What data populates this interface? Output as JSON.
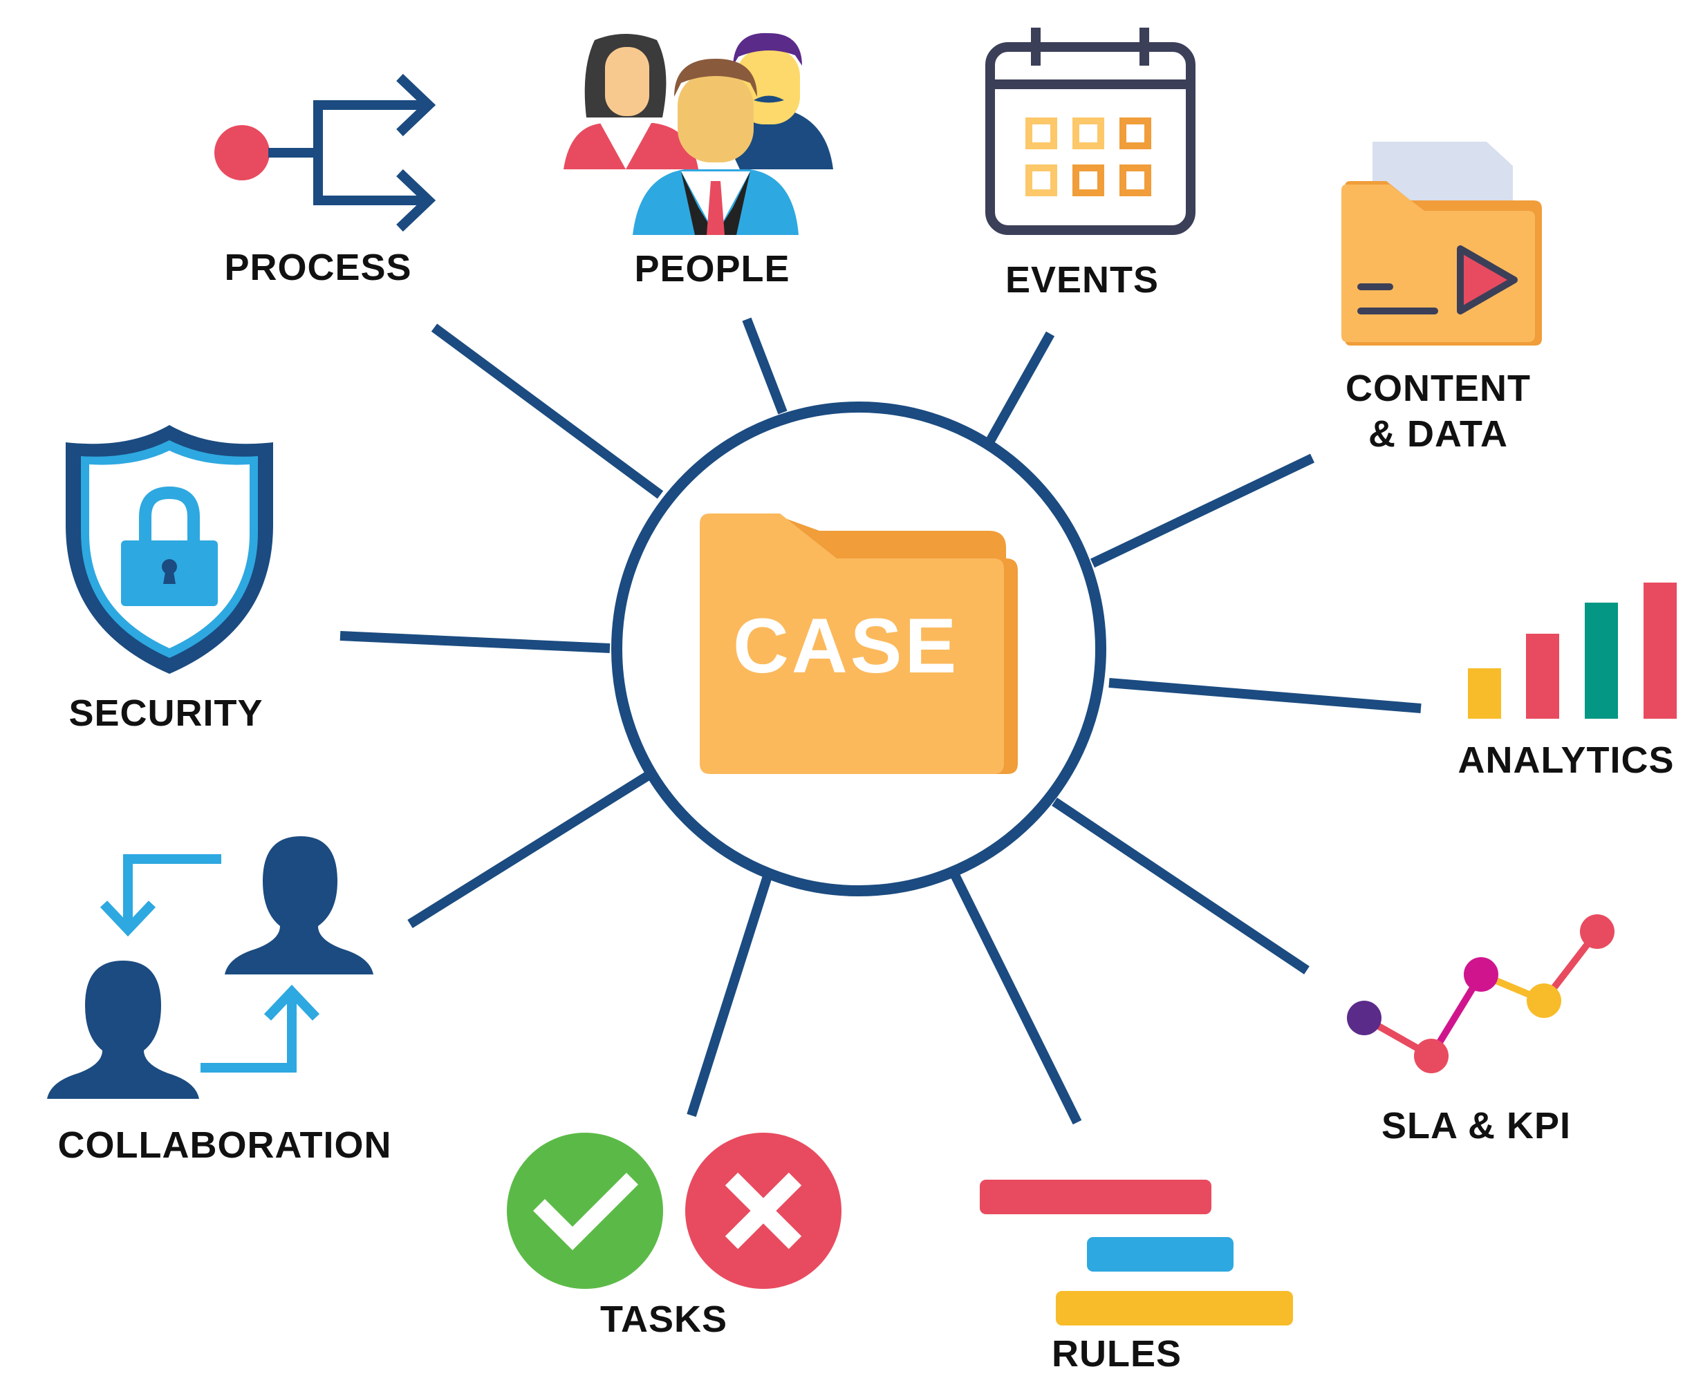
{
  "center": {
    "label": "CASE"
  },
  "nodes": {
    "process": {
      "label": "PROCESS"
    },
    "people": {
      "label": "PEOPLE"
    },
    "events": {
      "label": "EVENTS"
    },
    "content_data": {
      "label_line1": "CONTENT",
      "label_line2": "& DATA"
    },
    "security": {
      "label": "SECURITY"
    },
    "analytics": {
      "label": "ANALYTICS"
    },
    "collaboration": {
      "label": "COLLABORATION"
    },
    "tasks": {
      "label": "TASKS"
    },
    "rules": {
      "label": "RULES"
    },
    "sla_kpi": {
      "label": "SLA & KPI"
    }
  },
  "colors": {
    "navy": "#1b4b80",
    "folder_orange": "#fbb95c",
    "folder_dark": "#f09d3a",
    "red": "#e84b5f",
    "blue": "#2ea8e0",
    "green": "#5bba47",
    "yellow": "#f8bc2a",
    "teal": "#039784",
    "purple": "#5b2b8a",
    "magenta": "#d0148e"
  }
}
